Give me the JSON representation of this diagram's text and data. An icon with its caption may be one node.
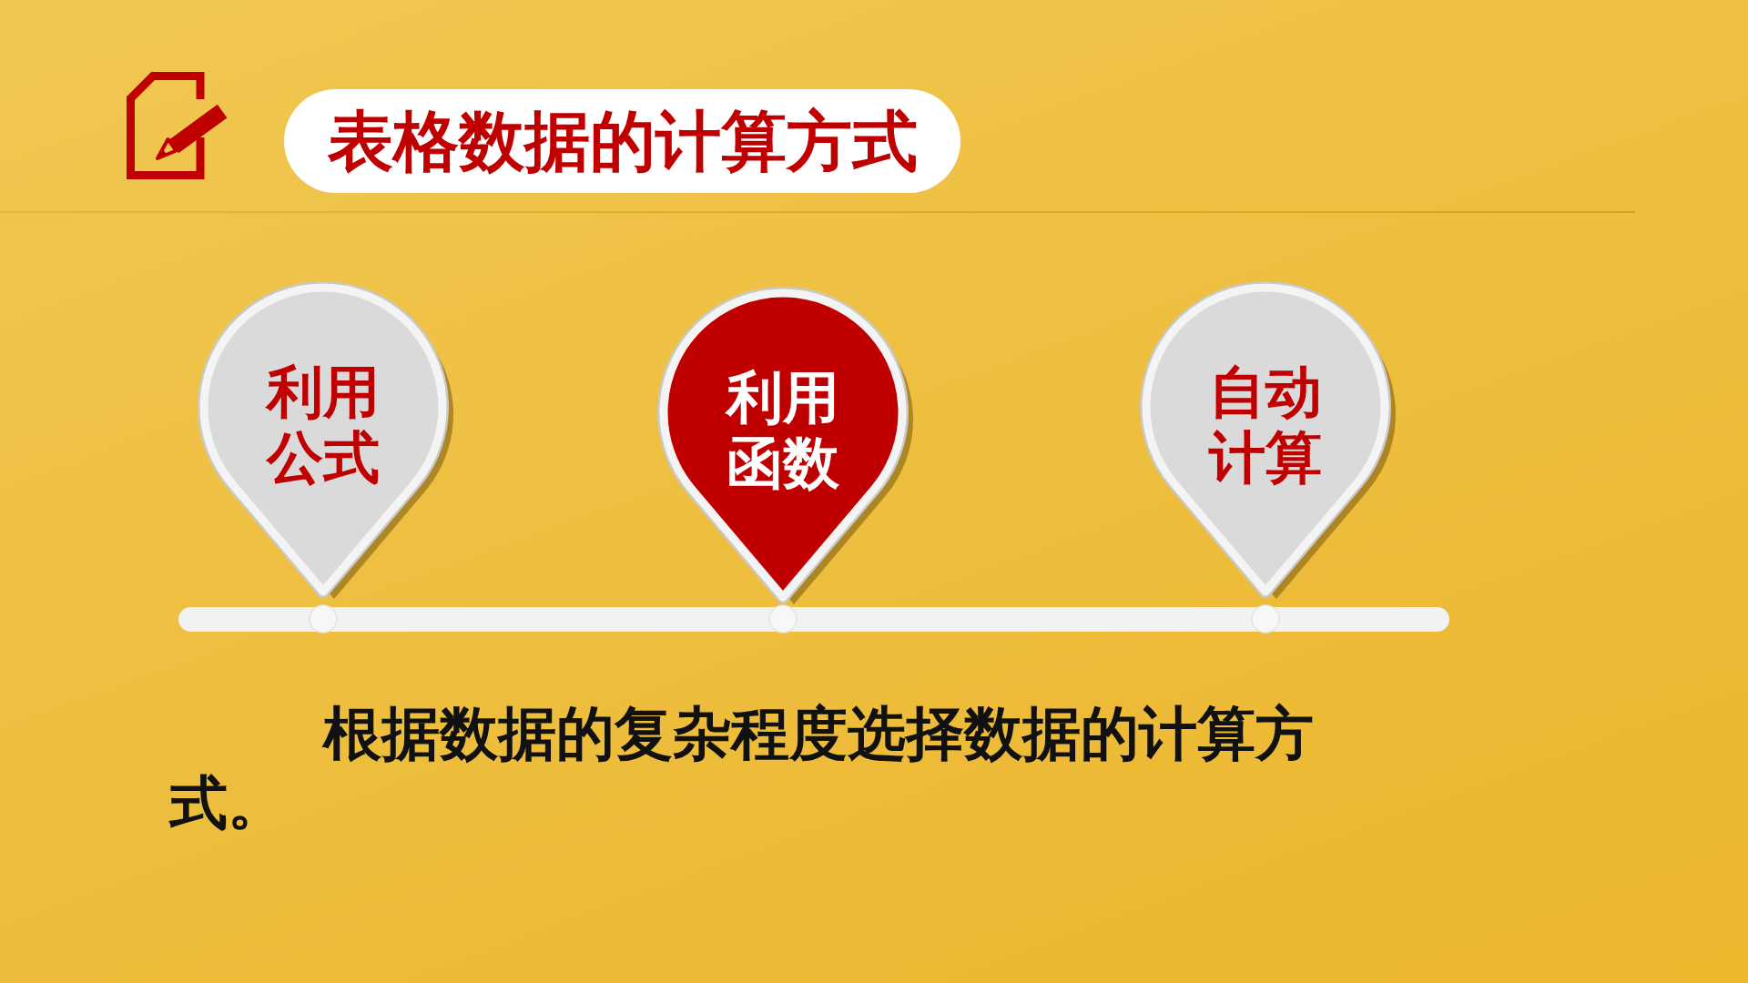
{
  "diagram": {
    "title": "表格数据的计算方式",
    "nodes": [
      {
        "text": [
          "利用公式"
        ]
      },
      {
        "text": [
          "利用函数"
        ]
      },
      {
        "text": [
          "自动计算"
        ]
      }
    ],
    "labels": [
      "根据数据的复杂程度选择数据的计算方式。"
    ]
  }
}
